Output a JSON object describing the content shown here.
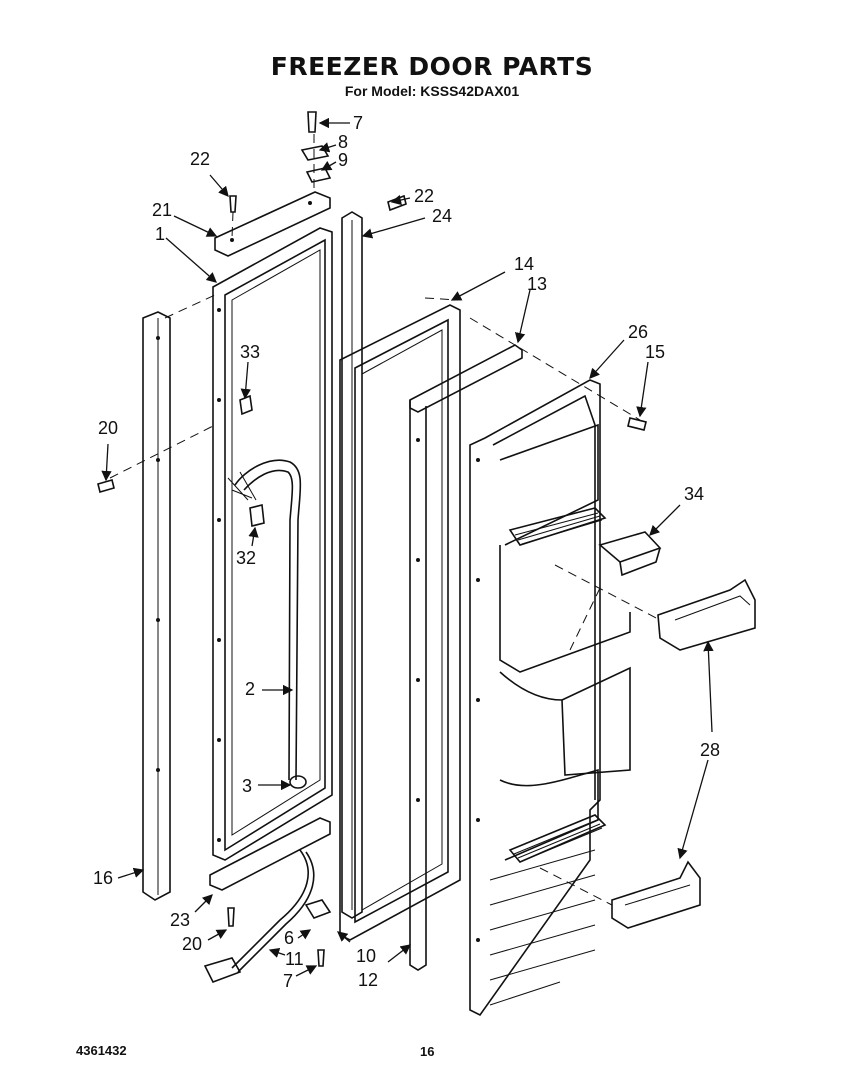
{
  "header": {
    "title": "FREEZER DOOR PARTS",
    "subtitle": "For Model: KSSS42DAX01"
  },
  "footer": {
    "document_number": "4361432",
    "page_number": "16"
  },
  "callouts": {
    "c1": "1",
    "c2": "2",
    "c3": "3",
    "c6": "6",
    "c7_top": "7",
    "c7_bottom": "7",
    "c8": "8",
    "c9": "9",
    "c10": "10",
    "c11": "11",
    "c12": "12",
    "c13": "13",
    "c14": "14",
    "c15": "15",
    "c16": "16",
    "c20_left": "20",
    "c20_bottom": "20",
    "c21": "21",
    "c22_left": "22",
    "c22_right": "22",
    "c23": "23",
    "c24": "24",
    "c26": "26",
    "c28": "28",
    "c32": "32",
    "c33": "33",
    "c34": "34"
  }
}
